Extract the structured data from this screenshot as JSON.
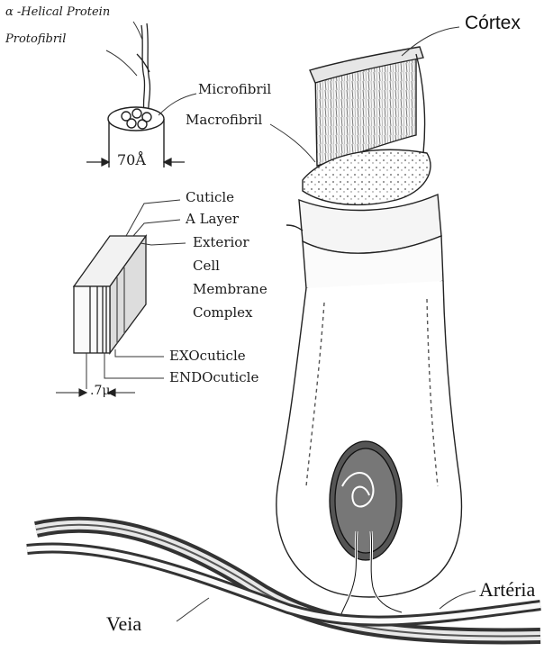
{
  "labels": {
    "alpha_helical": "α -Helical Protein",
    "protofibril": "Protofibril",
    "microfibril": "Microfibril",
    "macrofibril": "Macrofibril",
    "diameter": "70Å",
    "cuticle": "Cuticle",
    "a_layer": "A Layer",
    "exterior": "Exterior",
    "cell": "Cell",
    "membrane": "Membrane",
    "complex": "Complex",
    "exocuticle": "EXOcuticle",
    "endocuticle": "ENDOcuticle",
    "thickness": ".7μ",
    "cortex": "Córtex",
    "arteria": "Artéria",
    "veia": "Veia"
  }
}
